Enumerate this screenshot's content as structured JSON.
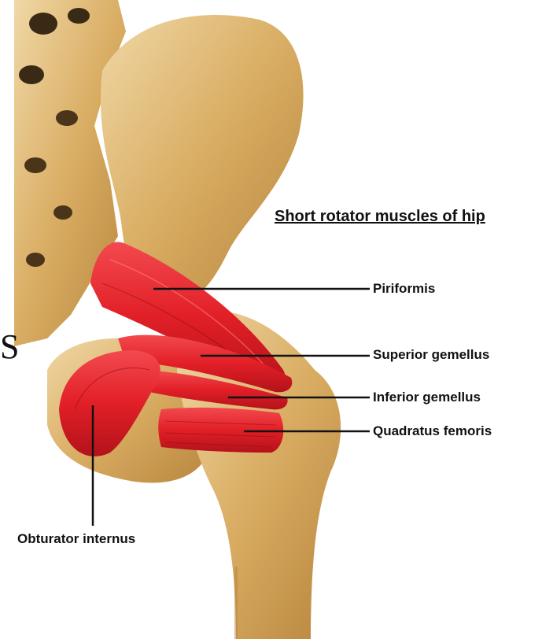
{
  "title": "Short rotator muscles of hip",
  "stray_letter": "S",
  "labels": {
    "piriformis": "Piriformis",
    "superior_gemellus": "Superior gemellus",
    "inferior_gemellus": "Inferior gemellus",
    "quadratus_femoris": "Quadratus femoris",
    "obturator_internus": "Obturator internus"
  },
  "colors": {
    "bone": "#d9ad63",
    "bone_light": "#edd3a0",
    "bone_shadow": "#a87a36",
    "muscle": "#e8232a",
    "muscle_dark": "#b3121b",
    "leader": "#111111"
  }
}
